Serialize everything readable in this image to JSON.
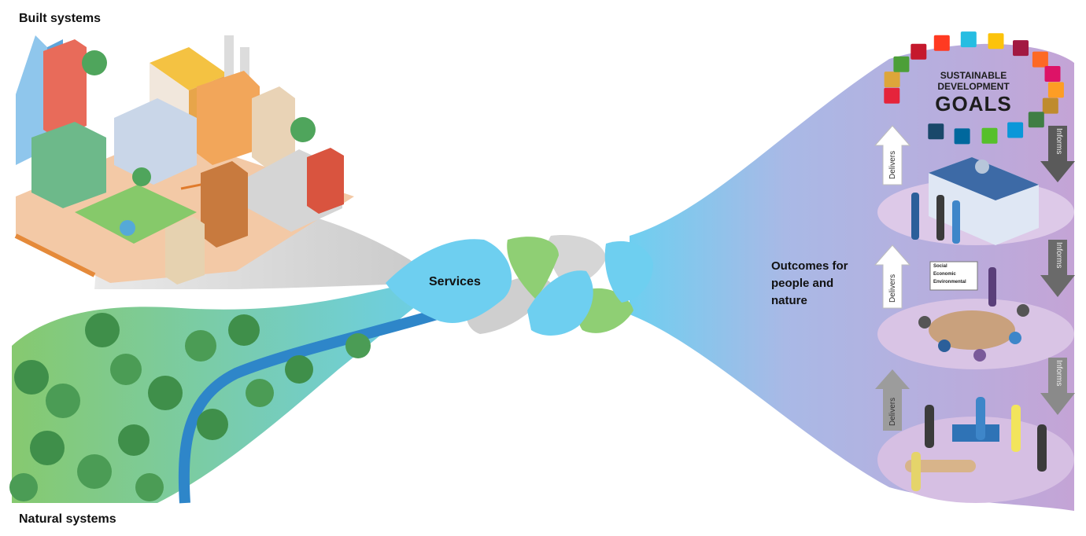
{
  "labels": {
    "built_systems": "Built systems",
    "natural_systems": "Natural systems",
    "services": "Services",
    "outcomes": "Outcomes for people and nature"
  },
  "sdg": {
    "line1": "SUSTAINABLE",
    "line2": "DEVELOPMENT",
    "line3": "GOALS",
    "colors": [
      "#e5243b",
      "#dda63a",
      "#4c9f38",
      "#c5192d",
      "#ff3a21",
      "#26bde2",
      "#fcc30b",
      "#a21942",
      "#fd6925",
      "#dd1367",
      "#fd9d24",
      "#bf8b2e",
      "#3f7e44",
      "#0a97d9",
      "#56c02b",
      "#00689d",
      "#19486a"
    ]
  },
  "flow": {
    "delivers": "Delivers",
    "informs": "Informs"
  },
  "board": {
    "rows": [
      "Social",
      "Economic",
      "Environmental"
    ]
  },
  "colors": {
    "services_blue": "#6ecff0",
    "services_green": "#8fcf74",
    "services_grey": "#cfcfcf",
    "funnel_purple": "#c7a7d6",
    "grass": "#7fc86a",
    "river": "#2e86c9"
  }
}
